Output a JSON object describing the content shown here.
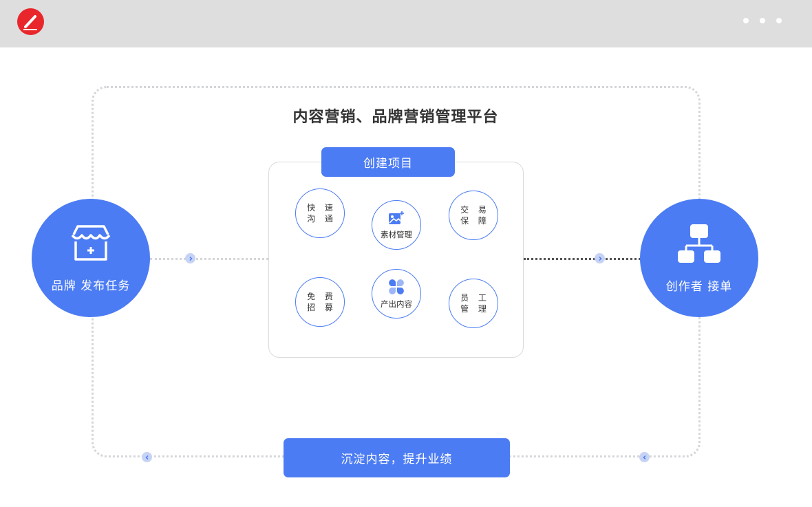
{
  "window": {
    "logo_icon": "pen-icon",
    "menu_icon": "more-dots-icon"
  },
  "diagram": {
    "title": "内容营销、品牌营销管理平台",
    "panel_header": "创建项目",
    "features": {
      "quick_comm": [
        "快 速",
        "沟 通"
      ],
      "material": "素材管理",
      "trade": [
        "交 易",
        "保 障"
      ],
      "recruit": [
        "免 费",
        "招 募"
      ],
      "produce": "产出内容",
      "staff": [
        "员 工",
        "管 理"
      ]
    },
    "left_node": {
      "label": "品牌 发布任务",
      "icon": "store-icon"
    },
    "right_node": {
      "label": "创作者 接单",
      "icon": "hierarchy-icon"
    },
    "bottom_label": "沉淀内容，提升业绩",
    "colors": {
      "accent": "#4c7cf3",
      "logo": "#e8262b",
      "topbar": "#dedede",
      "chevron": "#c7d3f5"
    }
  }
}
